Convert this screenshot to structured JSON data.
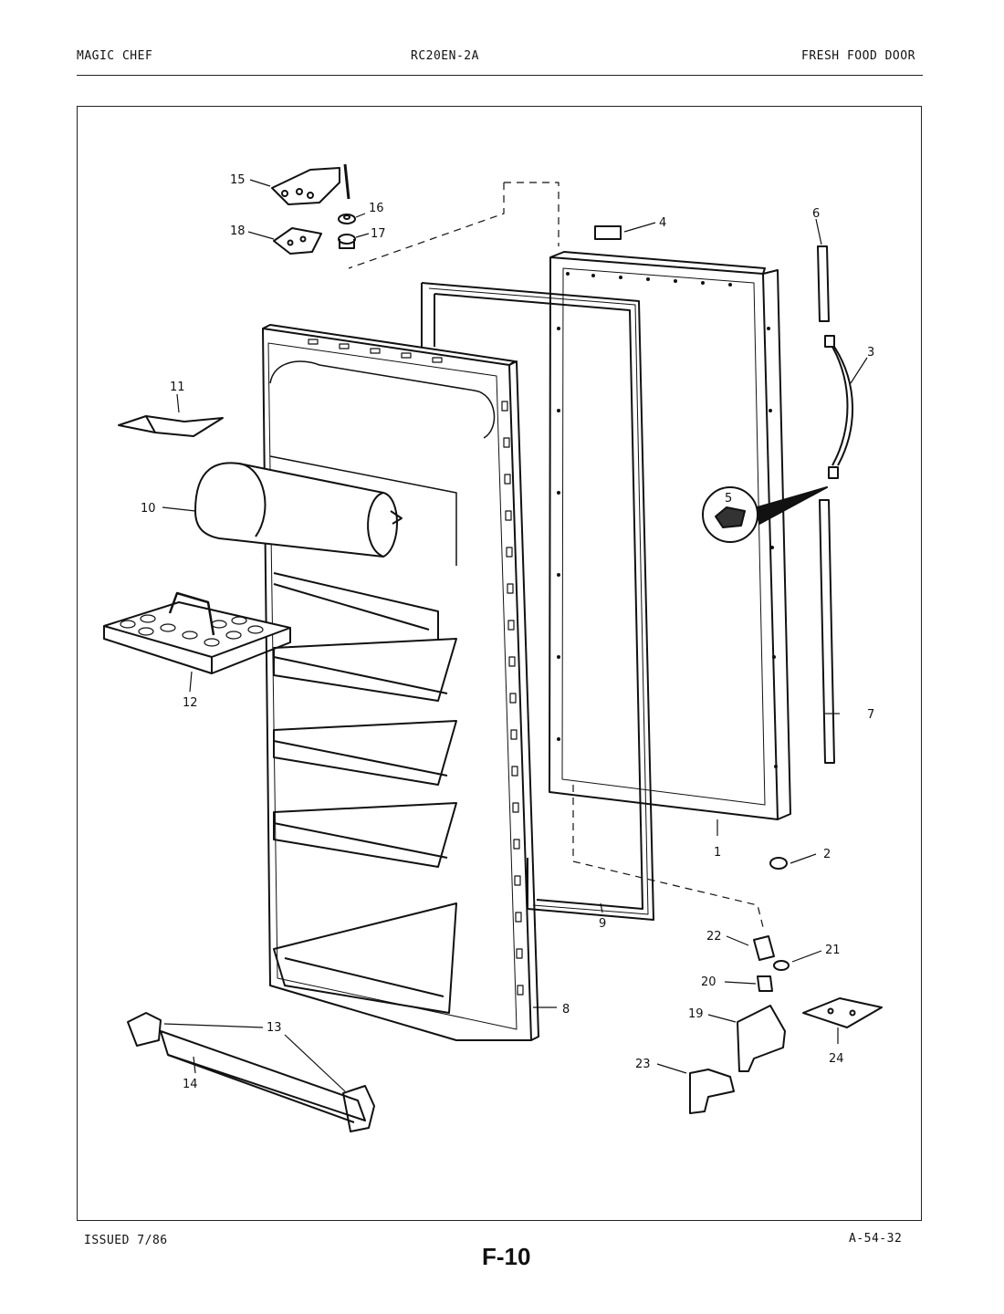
{
  "header": {
    "brand": "MAGIC CHEF",
    "model": "RC20EN-2A",
    "section": "FRESH FOOD DOOR"
  },
  "footer": {
    "issued": "ISSUED 7/86",
    "ref": "A-54-32",
    "page": "F-10"
  },
  "callouts": [
    "1",
    "2",
    "3",
    "4",
    "5",
    "6",
    "7",
    "8",
    "9",
    "10",
    "11",
    "12",
    "13",
    "14",
    "15",
    "16",
    "17",
    "18",
    "19",
    "20",
    "21",
    "22",
    "23",
    "24"
  ]
}
